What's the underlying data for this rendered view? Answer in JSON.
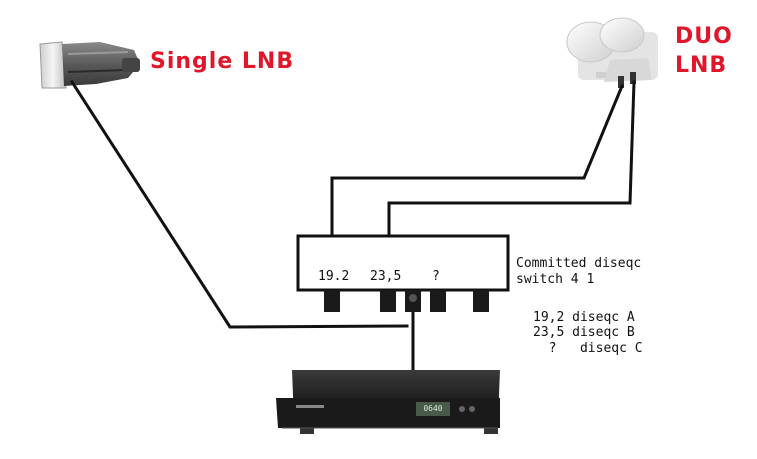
{
  "labels": {
    "single_lnb": "Single LNB",
    "duo_lnb_line1": "DUO",
    "duo_lnb_line2": "LNB"
  },
  "switch": {
    "port_1": "19.2",
    "port_2": "23,5",
    "port_3": "?",
    "name_line1": "Committed diseqc",
    "name_line2": "switch 4 1"
  },
  "legend": [
    "19,2 diseqc A",
    "23,5 diseqc B",
    "  ?   diseqc C"
  ],
  "receiver": {
    "display": "0640"
  },
  "colors": {
    "title_red": "#e0162b",
    "cable": "#111111",
    "background": "#ffffff"
  }
}
